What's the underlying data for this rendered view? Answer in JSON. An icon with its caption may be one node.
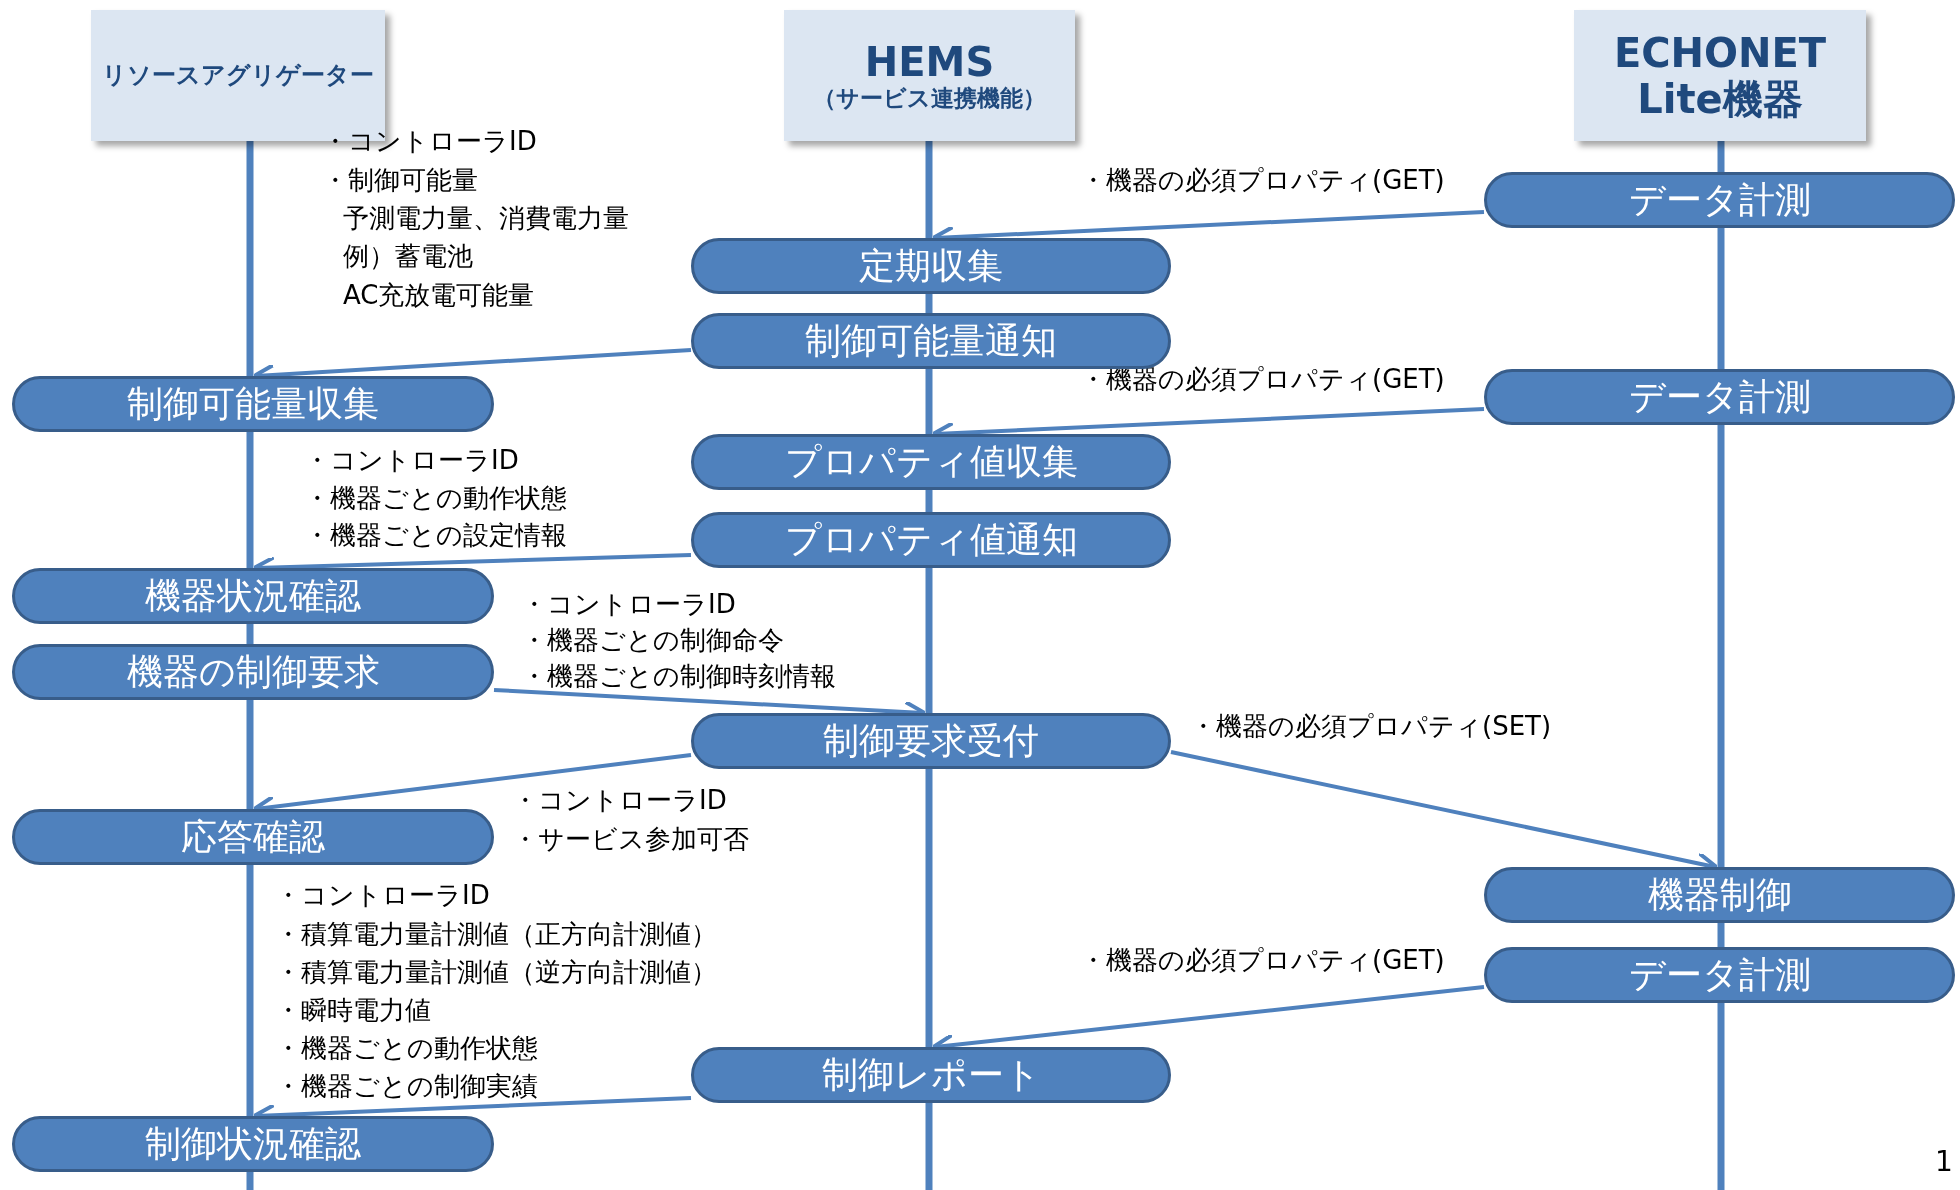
{
  "diagram": {
    "nodes": [
      {
        "text": [
          "リソースアグリゲーター"
        ]
      },
      {
        "text": [
          "HEMS",
          "（サービス連携機能）"
        ]
      },
      {
        "text": [
          "ECHONET Lite機器"
        ]
      },
      {
        "text": [
          "データ計測"
        ]
      },
      {
        "text": [
          "定期収集"
        ]
      },
      {
        "text": [
          "制御可能量通知"
        ]
      },
      {
        "text": [
          "制御可能量収集"
        ]
      },
      {
        "text": [
          "データ計測"
        ]
      },
      {
        "text": [
          "プロパティ値収集"
        ]
      },
      {
        "text": [
          "プロパティ値通知"
        ]
      },
      {
        "text": [
          "機器状況確認"
        ]
      },
      {
        "text": [
          "機器の制御要求"
        ]
      },
      {
        "text": [
          "制御要求受付"
        ]
      },
      {
        "text": [
          "応答確認"
        ]
      },
      {
        "text": [
          "機器制御"
        ]
      },
      {
        "text": [
          "データ計測"
        ]
      },
      {
        "text": [
          "制御レポート"
        ]
      },
      {
        "text": [
          "制御状況確認"
        ]
      }
    ],
    "edges": [
      {
        "from": 3,
        "to": 4,
        "arrow": "to",
        "label": "・機器の必須プロパティ(GET)"
      },
      {
        "from": 5,
        "to": 6,
        "arrow": "to"
      },
      {
        "from": 7,
        "to": 8,
        "arrow": "to",
        "label": "・機器の必須プロパティ(GET)"
      },
      {
        "from": 9,
        "to": 10,
        "arrow": "to"
      },
      {
        "from": 11,
        "to": 12,
        "arrow": "to"
      },
      {
        "from": 12,
        "to": 13,
        "arrow": "to"
      },
      {
        "from": 12,
        "to": 14,
        "arrow": "to",
        "label": "・機器の必須プロパティ(SET)"
      },
      {
        "from": 15,
        "to": 16,
        "arrow": "to",
        "label": "・機器の必須プロパティ(GET)"
      },
      {
        "from": 16,
        "to": 17,
        "arrow": "to"
      }
    ],
    "labels": [
      "・コントローラID",
      "・制御可能量",
      "予測電力量、消費電力量",
      "例）蓄電池",
      "AC充放電可能量",
      "・コントローラID",
      "・機器ごとの動作状態",
      "・機器ごとの設定情報",
      "・コントローラID",
      "・機器ごとの制御命令",
      "・機器ごとの制御時刻情報",
      "・コントローラID",
      "・サービス参加可否",
      "・コントローラID",
      "・積算電力量計測値（正方向計測値）",
      "・積算電力量計測値（逆方向計測値）",
      "・瞬時電力値",
      "・機器ごとの動作状態",
      "・機器ごとの制御実績",
      "1"
    ]
  }
}
